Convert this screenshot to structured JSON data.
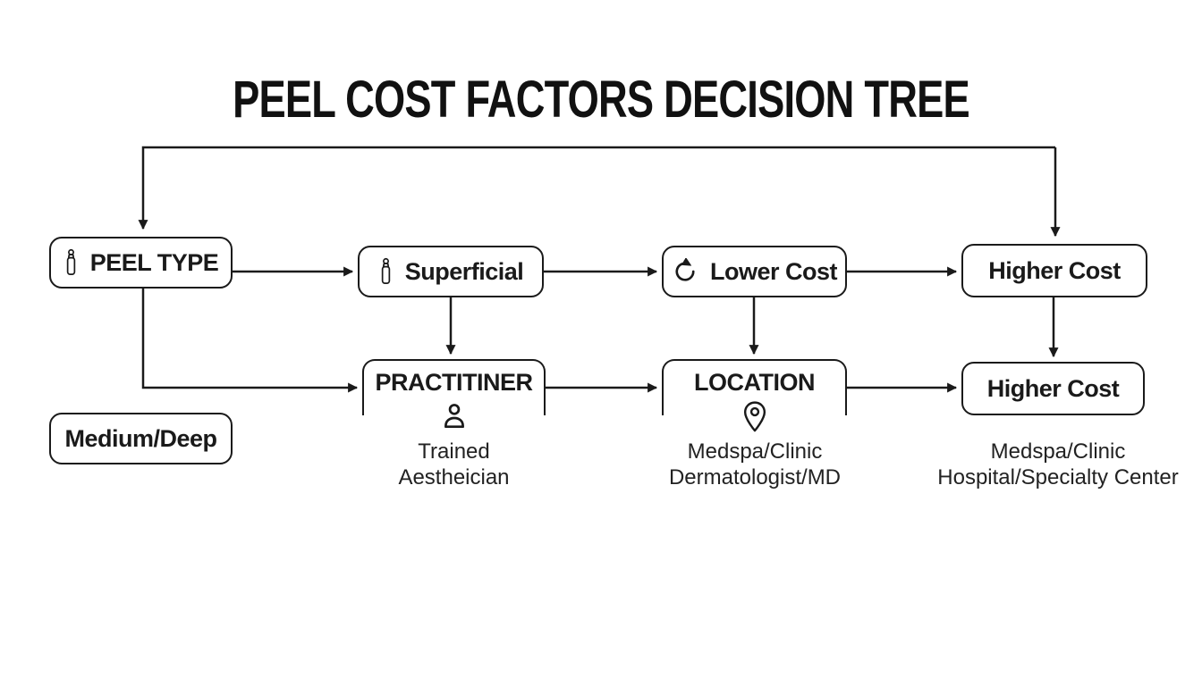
{
  "title": "PEEL COST FACTORS DECISION TREE",
  "colors": {
    "ink": "#1a1a1a",
    "background": "#ffffff"
  },
  "nodes": {
    "peel_type": {
      "label": "PEEL TYPE",
      "icon": "dropper-bottle-icon"
    },
    "superficial": {
      "label": "Superficial",
      "icon": "dropper-bottle-icon"
    },
    "lower_cost": {
      "label": "Lower Cost",
      "icon": "refresh-icon"
    },
    "higher_cost_top": {
      "label": "Higher Cost"
    },
    "medium_deep": {
      "label": "Medium/Deep"
    },
    "practitioner": {
      "label": "PRACTITINER",
      "icon": "person-icon",
      "note_line1": "Trained",
      "note_line2": "Aestheician"
    },
    "location": {
      "label": "LOCATION",
      "icon": "location-pin-icon",
      "note_line1": "Medspa/Clinic",
      "note_line2": "Dermatologist/MD"
    },
    "higher_cost_bottom": {
      "label": "Higher Cost",
      "note_line1": "Medspa/Clinic",
      "note_line2": "Hospital/Specialty Center"
    }
  }
}
